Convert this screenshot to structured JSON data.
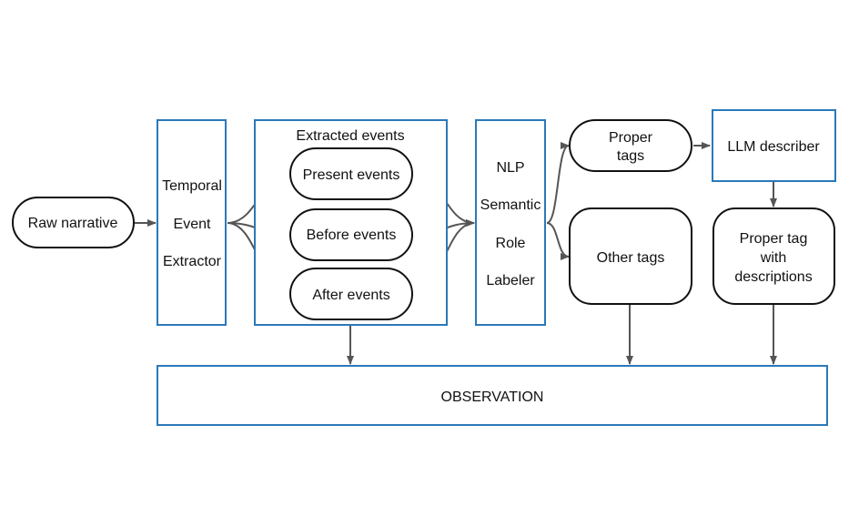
{
  "nodes": {
    "raw_narrative": "Raw narrative",
    "temporal_event_extractor": [
      "Temporal",
      "Event",
      "Extractor"
    ],
    "extracted_events_title": "Extracted events",
    "present_events": "Present events",
    "before_events": "Before events",
    "after_events": "After events",
    "srl": [
      "NLP",
      "Semantic",
      "Role",
      "Labeler"
    ],
    "proper_tags": [
      "Proper",
      "tags"
    ],
    "other_tags": "Other tags",
    "llm_describer": "LLM describer",
    "proper_tag_desc": [
      "Proper tag",
      "with",
      "descriptions"
    ],
    "observation": "OBSERVATION"
  },
  "colors": {
    "box_border": "#2a79b9",
    "pill_border": "#111111",
    "arrow": "#555555"
  }
}
